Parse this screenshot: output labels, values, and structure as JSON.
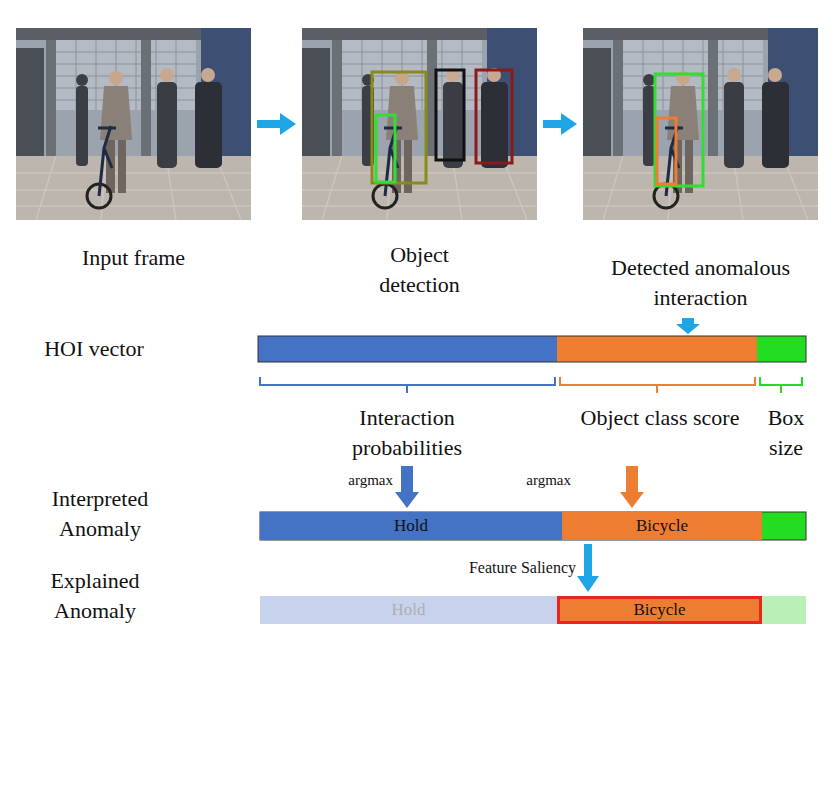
{
  "diagram": {
    "nodes": [
      {
        "text": [
          "Input frame"
        ]
      },
      {
        "text": [
          "Object detection"
        ]
      },
      {
        "text": [
          "Detected anomalous interaction"
        ]
      },
      {
        "text": [
          "Hold"
        ]
      },
      {
        "text": [
          "Bicycle"
        ]
      },
      {
        "text": [
          "Hold"
        ]
      },
      {
        "text": [
          "Bicycle"
        ]
      }
    ],
    "edges": [
      {
        "from": 0,
        "to": 1,
        "arrow": "to"
      },
      {
        "from": 1,
        "to": 2,
        "arrow": "to"
      },
      {
        "from": 4,
        "to": 6,
        "arrow": "to",
        "label": "Feature Saliency"
      }
    ],
    "labels": [
      "HOI vector",
      "Interaction probabilities",
      "Object class score",
      "Box size",
      "argmax",
      "argmax",
      "Interpreted Anomaly",
      "Explained Anomaly"
    ]
  }
}
